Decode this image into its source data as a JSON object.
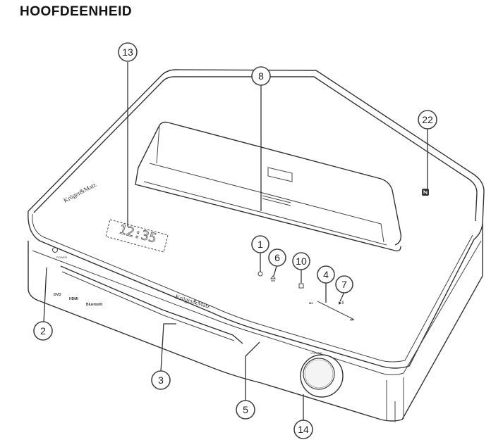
{
  "title": "HOOFDEENHEID",
  "brand_top": "Krüger&Matz",
  "brand_front": "Krüger&Matz",
  "display_time": "12:35",
  "power_label": "POWER",
  "volume_label": "VOLUME",
  "front_logos": {
    "dvd": "DVD",
    "hdmi": "HDMI",
    "bluetooth": "Bluetooth"
  },
  "callouts": {
    "c1": "1",
    "c2": "2",
    "c3": "3",
    "c4": "4",
    "c5": "5",
    "c6": "6",
    "c7": "7",
    "c8": "8",
    "c10": "10",
    "c13": "13",
    "c14": "14",
    "c22": "22"
  }
}
